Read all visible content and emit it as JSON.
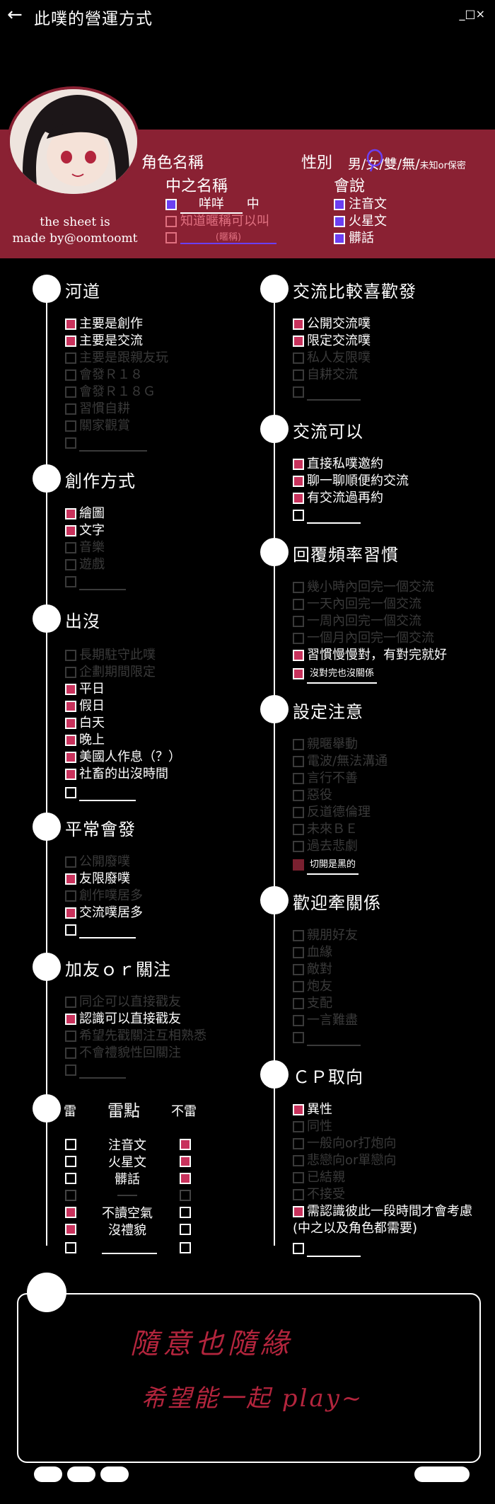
{
  "header": {
    "back_glyph": "←",
    "title": "此噗的營運方式",
    "window_controls": "_□×"
  },
  "banner": {
    "credit_line1": "the sheet is",
    "credit_line2": "made by@oomtoomt",
    "role_name_label": "角色名稱",
    "gender_label": "性別",
    "gender_options": "男/女/雙/無/",
    "gender_options_small": "未知or保密",
    "cn_label": "中之名稱",
    "cn_opt1_value": "咩咩",
    "cn_opt1_suffix": "中",
    "cn_opt2": "知道暱稱可以叫",
    "cn_opt3_value": "(暱稱)",
    "lang_label": "會說",
    "lang_options": [
      "注音文",
      "火星文",
      "髒話"
    ]
  },
  "sections": {
    "hedao": {
      "title": "河道",
      "items": [
        "主要是創作",
        "主要是交流",
        "主要是跟親友玩",
        "會發Ｒ１８",
        "會發Ｒ１８Ｇ",
        "習慣自耕",
        "關家觀賞"
      ]
    },
    "chuangzuo": {
      "title": "創作方式",
      "items": [
        "繪圖",
        "文字",
        "音樂",
        "遊戲"
      ]
    },
    "chumo": {
      "title": "出沒",
      "items": [
        "長期駐守此噗",
        "企劃期間限定",
        "平日",
        "假日",
        "白天",
        "晚上",
        "美國人作息（？）",
        "社畜的出沒時間"
      ]
    },
    "pingchang": {
      "title": "平常會發",
      "items": [
        "公開廢噗",
        "友限廢噗",
        "創作噗居多",
        "交流噗居多"
      ]
    },
    "jiayou": {
      "title": "加友ｏｒ關注",
      "items": [
        "同企可以直接戳友",
        "認識可以直接戳友",
        "希望先戳關注互相熟悉",
        "不會禮貌性回關注"
      ]
    },
    "jiaoliu_like": {
      "title": "交流比較喜歡發",
      "items": [
        "公開交流噗",
        "限定交流噗",
        "私人友限噗",
        "自耕交流"
      ]
    },
    "jiaoliu_ok": {
      "title": "交流可以",
      "items": [
        "直接私噗邀約",
        "聊一聊順便約交流",
        "有交流過再約"
      ]
    },
    "reply": {
      "title": "回覆頻率習慣",
      "items": [
        "幾小時內回完一個交流",
        "一天內回完一個交流",
        "一周內回完一個交流",
        "一個月內回完一個交流",
        "習慣慢慢對，有對完就好",
        "沒對完也沒關係"
      ]
    },
    "setting": {
      "title": "設定注意",
      "items": [
        "親暱舉動",
        "電波/無法溝通",
        "言行不善",
        "惡役",
        "反道德倫理",
        "未來ＢＥ",
        "過去悲劇",
        "切開是黑的"
      ]
    },
    "welcome": {
      "title": "歡迎牽關係",
      "items": [
        "親朋好友",
        "血緣",
        "敵對",
        "炮友",
        "支配",
        "一言難盡"
      ]
    },
    "cp": {
      "title": "ＣＰ取向",
      "items": [
        "異性",
        "同性",
        "一般向or打炮向",
        "悲戀向or單戀向",
        "已結親",
        "不接受",
        "需認識彼此一段時間才會考慮",
        "(中之以及角色都需要)"
      ]
    },
    "thunder": {
      "left_header": "雷",
      "mid_header": "雷點",
      "right_header": "不雷",
      "rows": [
        "注音文",
        "火星文",
        "髒話",
        "",
        "不讀空氣",
        "沒禮貌"
      ]
    }
  },
  "note": {
    "line1": "隨意也隨緣",
    "line2": "希望能一起 play~"
  },
  "colors": {
    "banner": "#8a2133",
    "checked": "#c8325c",
    "checked_blue": "#6b3ff2",
    "dim": "#3a3a3a",
    "hand": "#b3253d"
  }
}
